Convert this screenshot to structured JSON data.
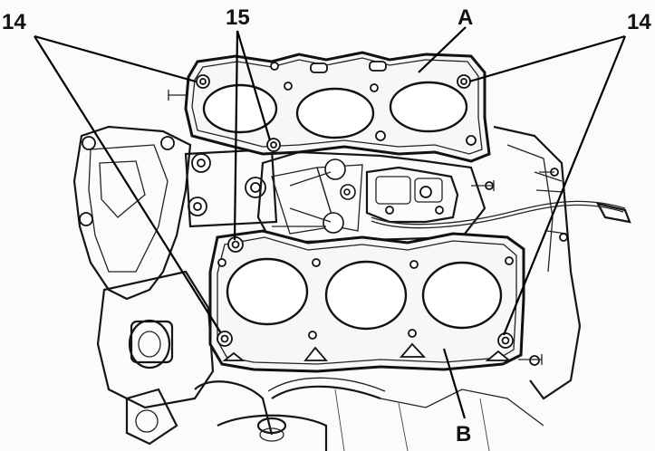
{
  "callouts": {
    "left_14": "14",
    "center_15": "15",
    "top_a": "A",
    "right_14": "14",
    "bottom_b": "B"
  },
  "parts": {
    "upper_gasket": "A",
    "lower_gasket": "B",
    "bolt_hole_number_outer": "14",
    "bolt_hole_number_inner": "15"
  },
  "colors": {
    "line": "#111111",
    "background": "#fbfbfb"
  }
}
